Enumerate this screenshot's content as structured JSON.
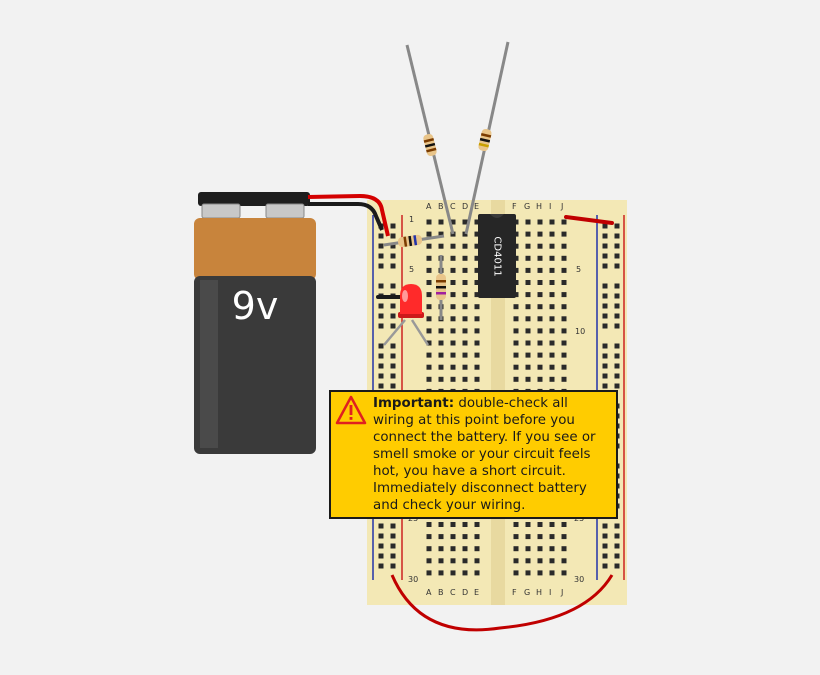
{
  "battery": {
    "label": "9v"
  },
  "chip": {
    "label": "CD4011"
  },
  "breadboard": {
    "columns_left": [
      "A",
      "B",
      "C",
      "D",
      "E"
    ],
    "columns_right": [
      "F",
      "G",
      "H",
      "I",
      "J"
    ],
    "row_labels_left": [
      "1",
      "5",
      "30"
    ],
    "row_labels_right": [
      "5",
      "10",
      "30"
    ],
    "row_labels_partial": [
      "25",
      "25"
    ]
  },
  "warning": {
    "icon": "warning-triangle-icon",
    "title": "Important:",
    "body": " double-check all wiring at this point before you connect the battery. If you see or smell smoke or your circuit feels hot, you have a short circuit. Immediately disconnect battery and check your wiring."
  },
  "colors": {
    "wire_red": "#d40000",
    "wire_black": "#1a1a1a",
    "breadboard": "#f3e8b5",
    "battery_top": "#c8843c",
    "battery_body": "#3a3a3a",
    "warning_bg": "#ffcc00",
    "led": "#ff2a2a"
  }
}
